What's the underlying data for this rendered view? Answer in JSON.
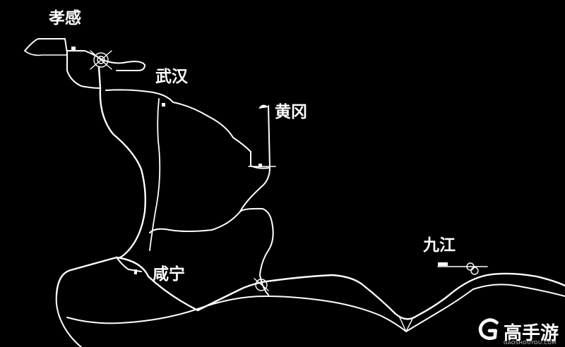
{
  "cities": {
    "xiaogan": "孝感",
    "wuhan": "武汉",
    "huanggang": "黄冈",
    "xianning": "咸宁",
    "jiujiang": "九江"
  },
  "brand": {
    "name": "高手游",
    "domain": "GAOSHOUYOU.COM",
    "logo_icon": "g-swoosh-logo-icon"
  },
  "colors": {
    "background": "#000000",
    "road": "#ffffff",
    "text": "#ffffff"
  }
}
